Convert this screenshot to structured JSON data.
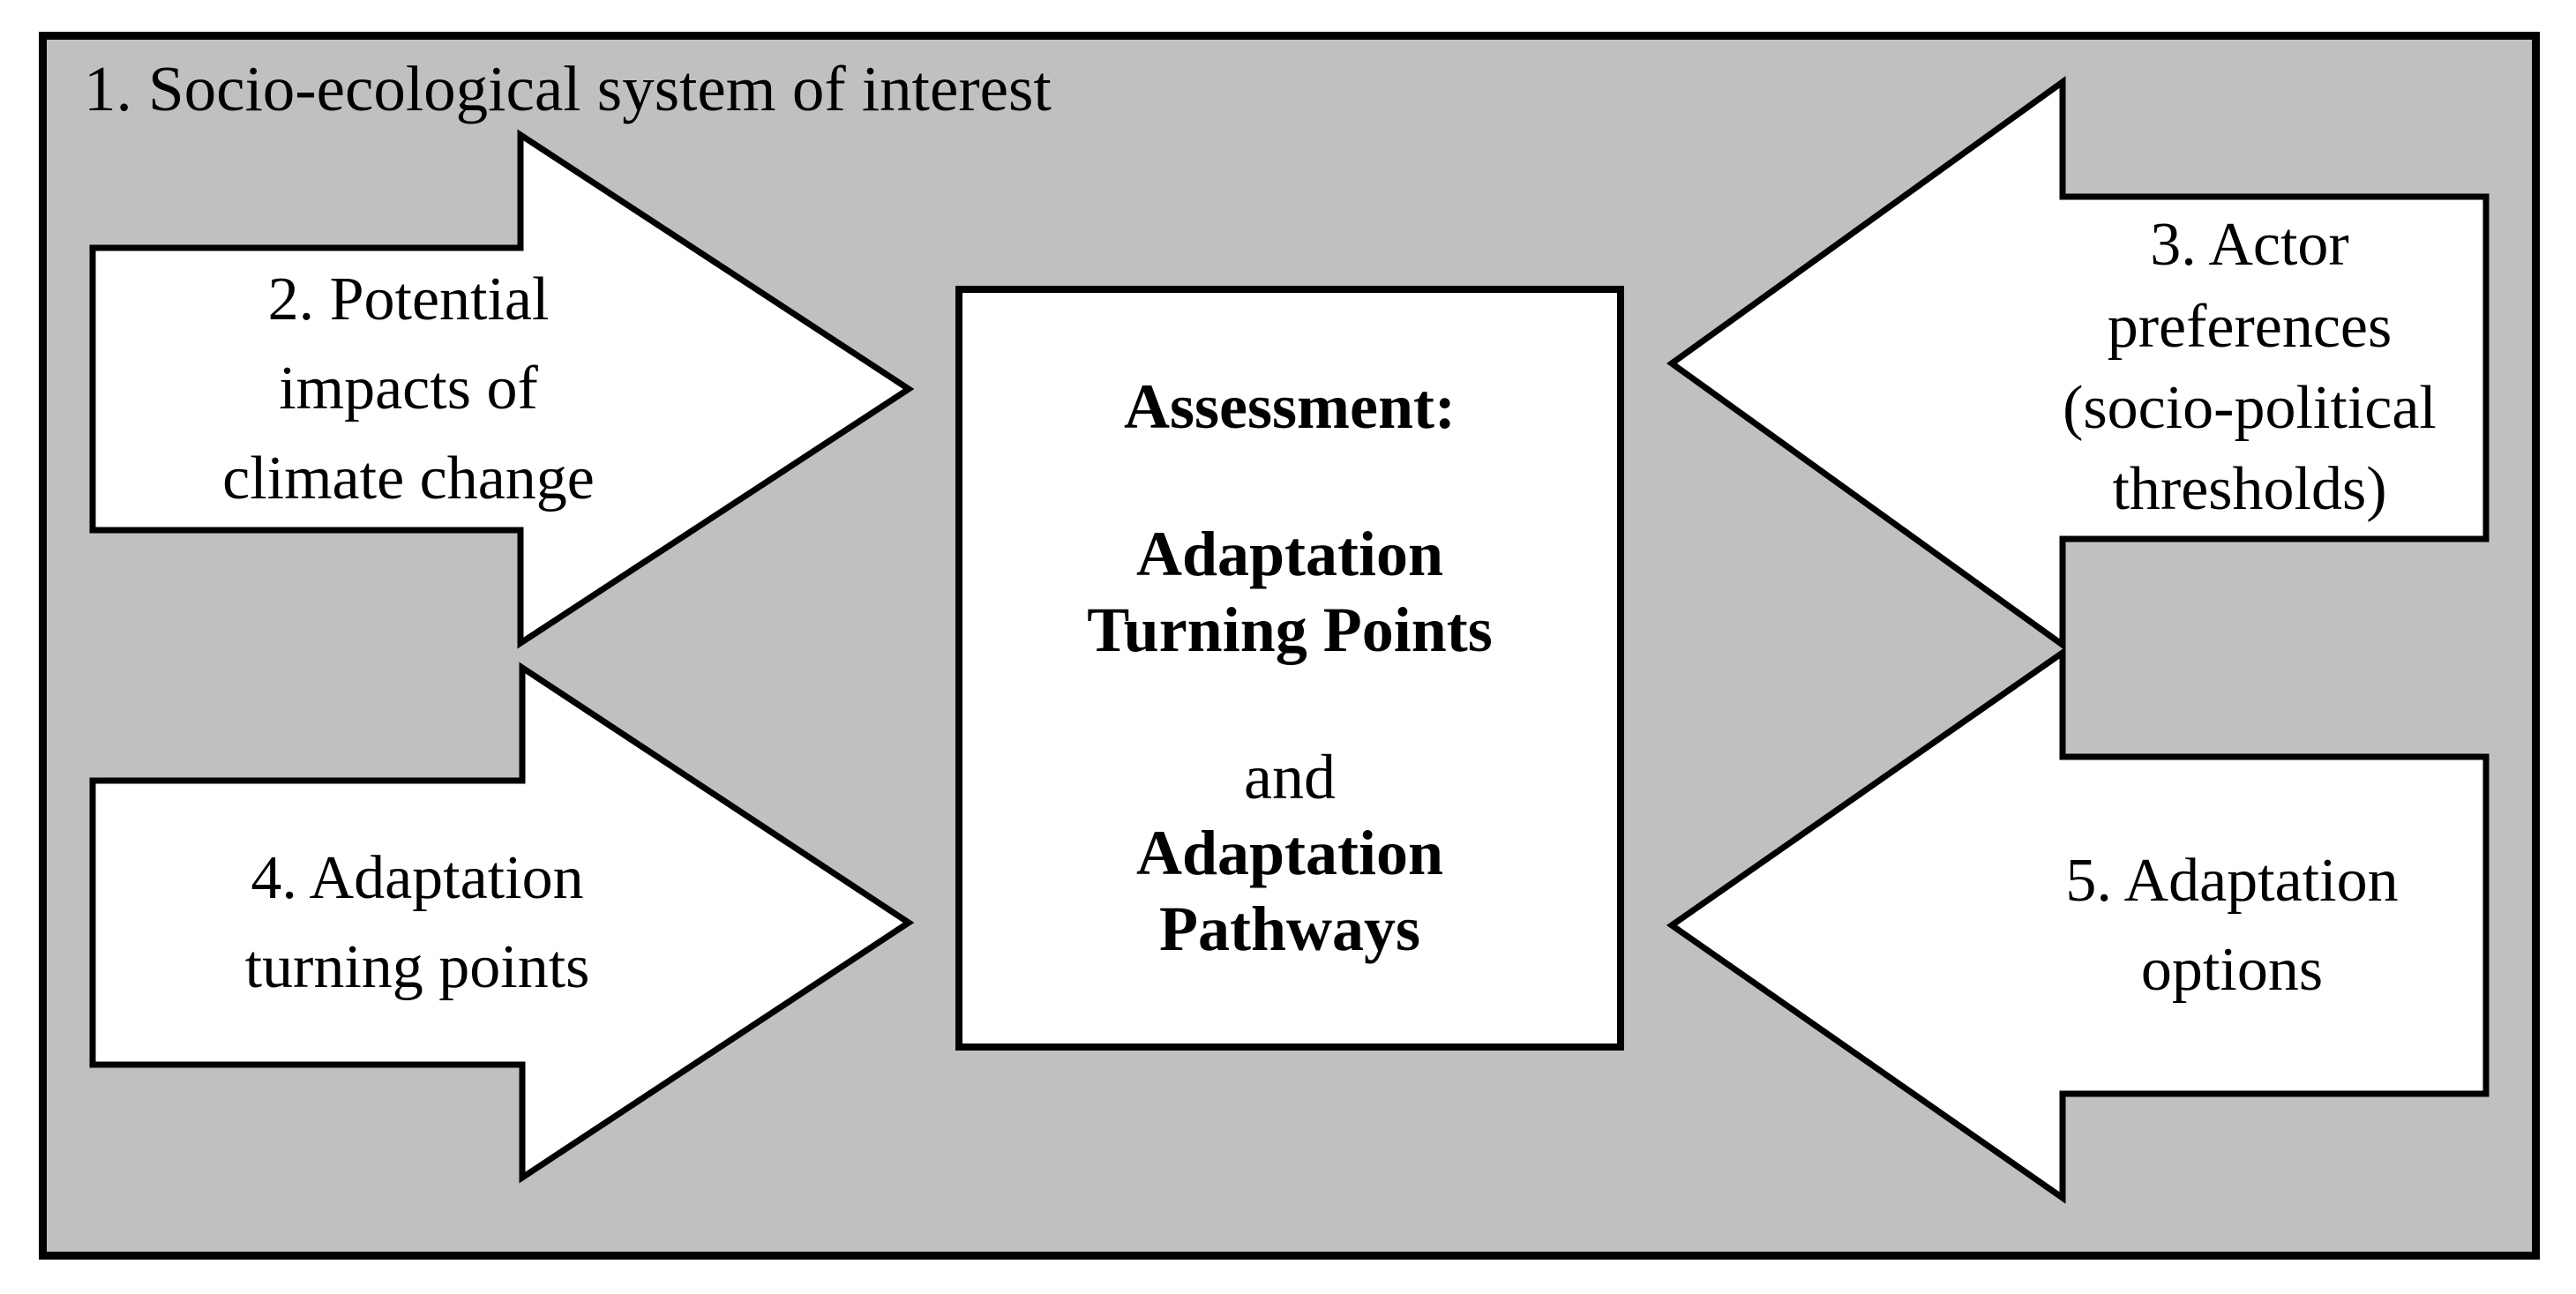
{
  "diagram": {
    "title": "1. Socio-ecological system of interest",
    "assessment_box": {
      "heading": "Assessment:",
      "item1": "Adaptation\nTurning Points",
      "connector": "and",
      "item2": "Adaptation\nPathways"
    },
    "arrows": [
      {
        "number": "2",
        "direction": "right",
        "label": "2. Potential\nimpacts of\nclimate change"
      },
      {
        "number": "3",
        "direction": "left",
        "label": "3. Actor\npreferences\n(socio-political\nthresholds)"
      },
      {
        "number": "4",
        "direction": "right",
        "label": "4. Adaptation\nturning points"
      },
      {
        "number": "5",
        "direction": "left",
        "label": "5. Adaptation\noptions"
      }
    ],
    "colors": {
      "background_fill": "#c0c0c0",
      "shape_fill": "#ffffff",
      "line": "#000000"
    }
  }
}
